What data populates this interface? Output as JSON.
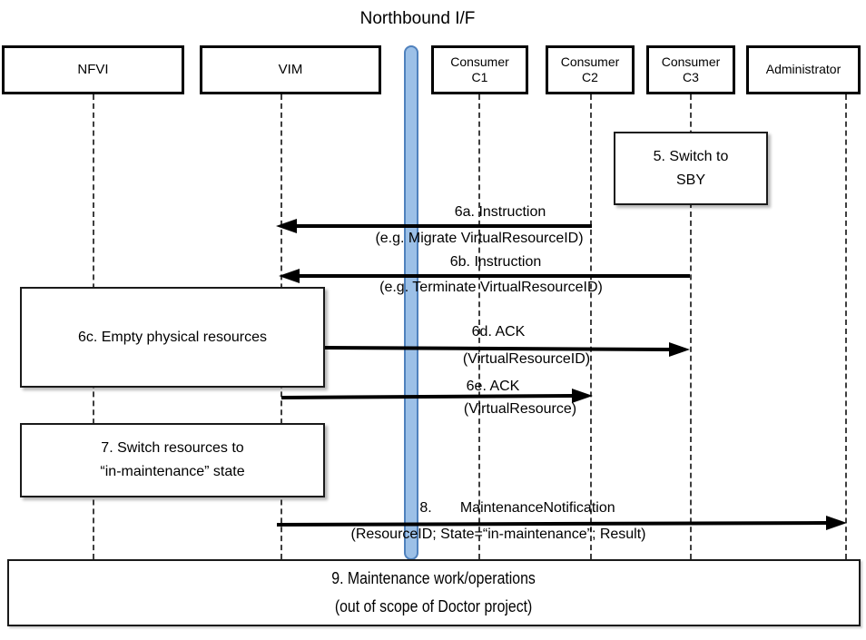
{
  "title": "Northbound I/F",
  "actors": [
    {
      "name": "NFVI"
    },
    {
      "name": "VIM"
    },
    {
      "name": "Consumer",
      "name2": "C1"
    },
    {
      "name": "Consumer",
      "name2": "C2"
    },
    {
      "name": "Consumer",
      "name2": "C3"
    },
    {
      "name": "Administrator"
    }
  ],
  "boxes": {
    "step5": {
      "line1": "5. Switch to",
      "line2": "SBY"
    },
    "step6c": {
      "text": "6c. Empty physical resources"
    },
    "step7": {
      "line1": "7. Switch resources to",
      "line2": "“in-maintenance” state"
    },
    "step9": {
      "line1": "9. Maintenance work/operations",
      "line2": "(out of scope of Doctor project)"
    }
  },
  "messages": {
    "m6a": {
      "label": "6a. Instruction",
      "detail": "(e.g. Migrate VirtualResourceID)"
    },
    "m6b": {
      "label": "6b. Instruction",
      "detail": "(e.g. Terminate VirtualResourceID)"
    },
    "m6d": {
      "label": "6d. ACK",
      "detail": "(VirtualResourceID)"
    },
    "m6e": {
      "label": "6e. ACK",
      "detail": "(VirtualResource)"
    },
    "m8": {
      "label": "8.       MaintenanceNotification",
      "detail": "(ResourceID; State=“in-maintenance”; Result)"
    }
  },
  "colors": {
    "bar_fill": "#9CC0E7",
    "bar_border": "#4F81BD",
    "lifeline": "#3f3f3f",
    "arrow": "#000000"
  }
}
